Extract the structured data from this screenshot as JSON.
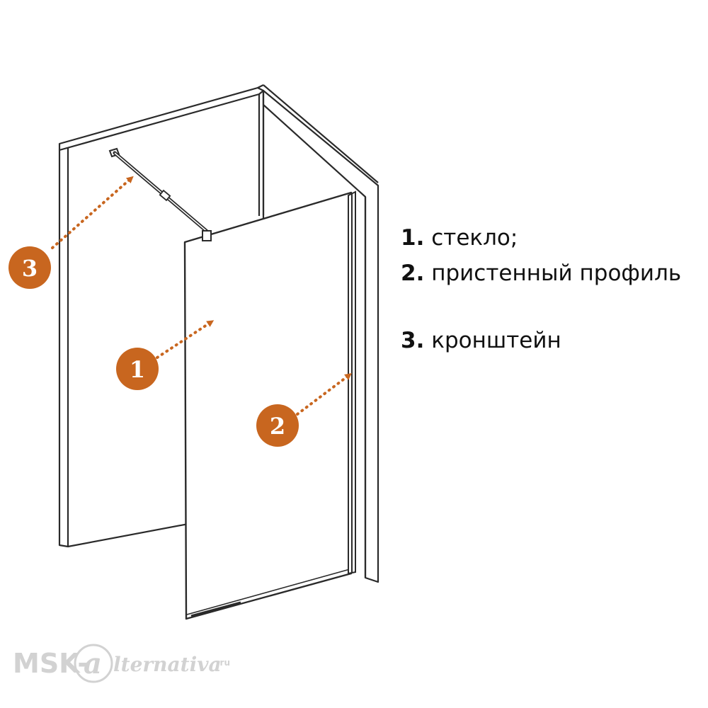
{
  "legend": {
    "items": [
      {
        "num": "1.",
        "text": "стекло;"
      },
      {
        "num": "2.",
        "text": "пристенный профиль"
      },
      {
        "num": "3.",
        "text": "кронштейн"
      }
    ]
  },
  "callouts": [
    {
      "label": "1",
      "refers_to": "стекло"
    },
    {
      "label": "2",
      "refers_to": "пристенный профиль"
    },
    {
      "label": "3",
      "refers_to": "кронштейн"
    }
  ],
  "colors": {
    "callout_fill": "#c8661f",
    "arrow": "#c8661f",
    "line": "#2a2a2a",
    "text": "#111111",
    "watermark": "#d2d2d2"
  },
  "watermark": {
    "prefix": "MSK-",
    "suffix": "lternativa",
    "domain": ".ru"
  }
}
